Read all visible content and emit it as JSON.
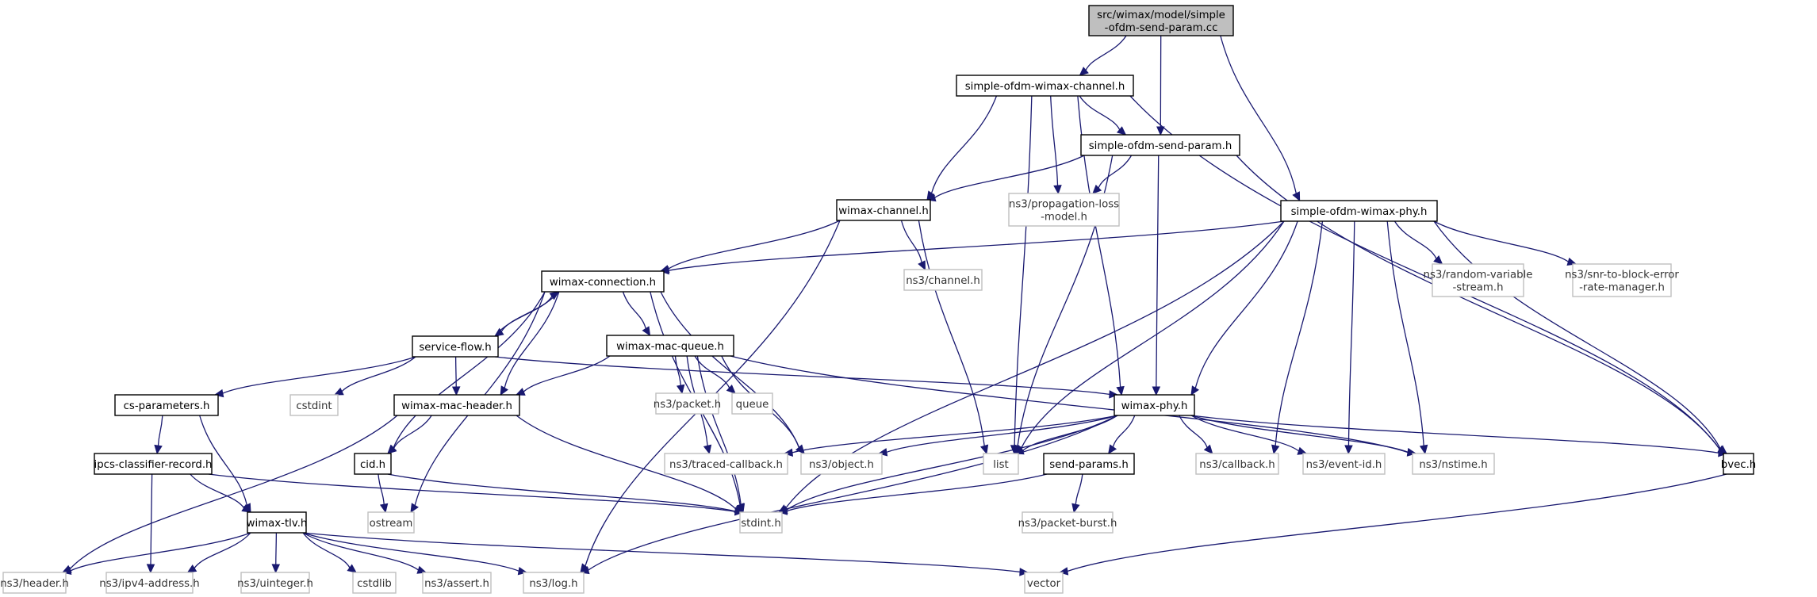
{
  "title": "src/wimax/model/simple-ofdm-send-param.cc",
  "colors": {
    "edge": "#191970",
    "root_fill": "#bfbfbf",
    "local_border": "#000000",
    "external_border": "#bfbfbf"
  },
  "nodes": [
    {
      "id": "root",
      "kind": "root",
      "lines": [
        "src/wimax/model/simple",
        "-ofdm-send-param.cc"
      ]
    },
    {
      "id": "sowch",
      "kind": "local",
      "lines": [
        "simple-ofdm-wimax-channel.h"
      ]
    },
    {
      "id": "sosph",
      "kind": "local",
      "lines": [
        "simple-ofdm-send-param.h"
      ]
    },
    {
      "id": "sowph",
      "kind": "local",
      "lines": [
        "simple-ofdm-wimax-phy.h"
      ]
    },
    {
      "id": "wch",
      "kind": "local",
      "lines": [
        "wimax-channel.h"
      ]
    },
    {
      "id": "plm",
      "kind": "ext",
      "lines": [
        "ns3/propagation-loss",
        "-model.h"
      ]
    },
    {
      "id": "rvs",
      "kind": "ext",
      "lines": [
        "ns3/random-variable",
        "-stream.h"
      ]
    },
    {
      "id": "snr",
      "kind": "ext",
      "lines": [
        "ns3/snr-to-block-error",
        "-rate-manager.h"
      ]
    },
    {
      "id": "chan",
      "kind": "ext",
      "lines": [
        "ns3/channel.h"
      ]
    },
    {
      "id": "wconn",
      "kind": "local",
      "lines": [
        "wimax-connection.h"
      ]
    },
    {
      "id": "sflow",
      "kind": "local",
      "lines": [
        "service-flow.h"
      ]
    },
    {
      "id": "wmq",
      "kind": "local",
      "lines": [
        "wimax-mac-queue.h"
      ]
    },
    {
      "id": "csp",
      "kind": "local",
      "lines": [
        "cs-parameters.h"
      ]
    },
    {
      "id": "cstdint",
      "kind": "ext",
      "lines": [
        "cstdint"
      ]
    },
    {
      "id": "wmh",
      "kind": "local",
      "lines": [
        "wimax-mac-header.h"
      ]
    },
    {
      "id": "packet",
      "kind": "ext",
      "lines": [
        "ns3/packet.h"
      ]
    },
    {
      "id": "queue",
      "kind": "ext",
      "lines": [
        "queue"
      ]
    },
    {
      "id": "wphy",
      "kind": "local",
      "lines": [
        "wimax-phy.h"
      ]
    },
    {
      "id": "icr",
      "kind": "local",
      "lines": [
        "ipcs-classifier-record.h"
      ]
    },
    {
      "id": "cid",
      "kind": "local",
      "lines": [
        "cid.h"
      ]
    },
    {
      "id": "tcb",
      "kind": "ext",
      "lines": [
        "ns3/traced-callback.h"
      ]
    },
    {
      "id": "obj",
      "kind": "ext",
      "lines": [
        "ns3/object.h"
      ]
    },
    {
      "id": "list",
      "kind": "ext",
      "lines": [
        "list"
      ]
    },
    {
      "id": "sparams",
      "kind": "local",
      "lines": [
        "send-params.h"
      ]
    },
    {
      "id": "cb",
      "kind": "ext",
      "lines": [
        "ns3/callback.h"
      ]
    },
    {
      "id": "evid",
      "kind": "ext",
      "lines": [
        "ns3/event-id.h"
      ]
    },
    {
      "id": "nstime",
      "kind": "ext",
      "lines": [
        "ns3/nstime.h"
      ]
    },
    {
      "id": "bvec",
      "kind": "local",
      "lines": [
        "bvec.h"
      ]
    },
    {
      "id": "wtlv",
      "kind": "local",
      "lines": [
        "wimax-tlv.h"
      ]
    },
    {
      "id": "ostream",
      "kind": "ext",
      "lines": [
        "ostream"
      ]
    },
    {
      "id": "stdint",
      "kind": "ext",
      "lines": [
        "stdint.h"
      ]
    },
    {
      "id": "pburst",
      "kind": "ext",
      "lines": [
        "ns3/packet-burst.h"
      ]
    },
    {
      "id": "header",
      "kind": "ext",
      "lines": [
        "ns3/header.h"
      ]
    },
    {
      "id": "ipv4",
      "kind": "ext",
      "lines": [
        "ns3/ipv4-address.h"
      ]
    },
    {
      "id": "uint",
      "kind": "ext",
      "lines": [
        "ns3/uinteger.h"
      ]
    },
    {
      "id": "cstdlib",
      "kind": "ext",
      "lines": [
        "cstdlib"
      ]
    },
    {
      "id": "assert",
      "kind": "ext",
      "lines": [
        "ns3/assert.h"
      ]
    },
    {
      "id": "log",
      "kind": "ext",
      "lines": [
        "ns3/log.h"
      ]
    },
    {
      "id": "vector",
      "kind": "ext",
      "lines": [
        "vector"
      ]
    }
  ],
  "edges": [
    [
      "root",
      "sowch"
    ],
    [
      "root",
      "sosph"
    ],
    [
      "root",
      "sowph"
    ],
    [
      "sowch",
      "sosph"
    ],
    [
      "sowch",
      "wch"
    ],
    [
      "sowch",
      "plm"
    ],
    [
      "sowch",
      "wphy"
    ],
    [
      "sowch",
      "list"
    ],
    [
      "sowch",
      "bvec"
    ],
    [
      "sosph",
      "wch"
    ],
    [
      "sosph",
      "plm"
    ],
    [
      "sosph",
      "wphy"
    ],
    [
      "sosph",
      "list"
    ],
    [
      "sosph",
      "bvec"
    ],
    [
      "sowph",
      "wconn"
    ],
    [
      "sowph",
      "wphy"
    ],
    [
      "sowph",
      "rvs"
    ],
    [
      "sowph",
      "snr"
    ],
    [
      "sowph",
      "list"
    ],
    [
      "sowph",
      "cb"
    ],
    [
      "sowph",
      "evid"
    ],
    [
      "sowph",
      "nstime"
    ],
    [
      "sowph",
      "stdint"
    ],
    [
      "sowph",
      "bvec"
    ],
    [
      "wch",
      "wconn"
    ],
    [
      "wch",
      "chan"
    ],
    [
      "wch",
      "list"
    ],
    [
      "wch",
      "log"
    ],
    [
      "wconn",
      "sflow"
    ],
    [
      "wconn",
      "wmq"
    ],
    [
      "wconn",
      "wmh"
    ],
    [
      "wconn",
      "cid"
    ],
    [
      "wconn",
      "obj"
    ],
    [
      "wconn",
      "ostream"
    ],
    [
      "wconn",
      "stdint"
    ],
    [
      "sflow",
      "wconn"
    ],
    [
      "sflow",
      "csp"
    ],
    [
      "sflow",
      "cstdint"
    ],
    [
      "sflow",
      "wmh"
    ],
    [
      "sflow",
      "wphy"
    ],
    [
      "wmq",
      "wmh"
    ],
    [
      "wmq",
      "packet"
    ],
    [
      "wmq",
      "queue"
    ],
    [
      "wmq",
      "tcb"
    ],
    [
      "wmq",
      "obj"
    ],
    [
      "wmq",
      "stdint"
    ],
    [
      "wmq",
      "nstime"
    ],
    [
      "csp",
      "icr"
    ],
    [
      "csp",
      "wtlv"
    ],
    [
      "wmh",
      "cid"
    ],
    [
      "wmh",
      "header"
    ],
    [
      "wmh",
      "stdint"
    ],
    [
      "icr",
      "wtlv"
    ],
    [
      "icr",
      "ipv4"
    ],
    [
      "icr",
      "stdint"
    ],
    [
      "cid",
      "ostream"
    ],
    [
      "cid",
      "stdint"
    ],
    [
      "wphy",
      "tcb"
    ],
    [
      "wphy",
      "obj"
    ],
    [
      "wphy",
      "list"
    ],
    [
      "wphy",
      "sparams"
    ],
    [
      "wphy",
      "cb"
    ],
    [
      "wphy",
      "evid"
    ],
    [
      "wphy",
      "nstime"
    ],
    [
      "wphy",
      "bvec"
    ],
    [
      "wphy",
      "stdint"
    ],
    [
      "wphy",
      "log"
    ],
    [
      "sparams",
      "stdint"
    ],
    [
      "sparams",
      "pburst"
    ],
    [
      "bvec",
      "vector"
    ],
    [
      "wtlv",
      "header"
    ],
    [
      "wtlv",
      "ipv4"
    ],
    [
      "wtlv",
      "uint"
    ],
    [
      "wtlv",
      "cstdlib"
    ],
    [
      "wtlv",
      "assert"
    ],
    [
      "wtlv",
      "log"
    ],
    [
      "wtlv",
      "vector"
    ]
  ]
}
